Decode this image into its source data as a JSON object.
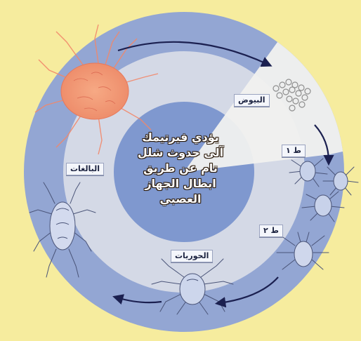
{
  "colors": {
    "background": "#f6ec9e",
    "outer_ring": "#93a6d3",
    "middle_ring": "#d4d9e6",
    "center_disc": "#7f98cf",
    "egg_wedge": "#f1f1ef",
    "adult_mite": "#f3a07b",
    "arrow": "#1b2050",
    "mite_outline": "#4a5478"
  },
  "center_text": {
    "line1": "يؤدي فيرتيمك",
    "line2": "آلى حدوث شلل",
    "line3": "تام عن طريق",
    "line4": "ابطال الجهاز",
    "line5": "العصبي"
  },
  "stages": {
    "eggs": "البيوض",
    "larva_1": "ط ١",
    "larva_2": "ط ٢",
    "nymphs": "الحوريات",
    "adults": "البالغات"
  },
  "icons": {
    "arrows": "cycle-arrow-icon",
    "eggs": "egg-cluster-icon",
    "mites": "mite-icon"
  }
}
